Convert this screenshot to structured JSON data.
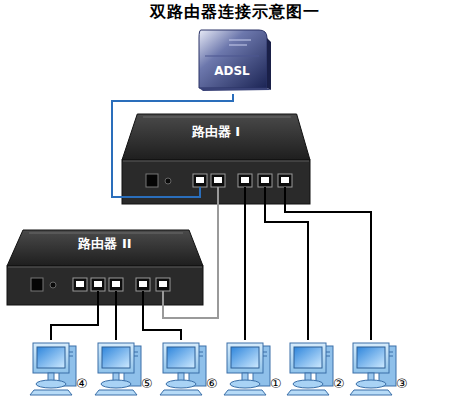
{
  "diagram": {
    "title": "双路由器连接示意图一",
    "nodes": [
      {
        "text": [
          "ADSL"
        ]
      },
      {
        "text": [
          "路由器 I"
        ]
      },
      {
        "text": [
          "路由器 II"
        ]
      },
      {
        "text": [
          "④"
        ]
      },
      {
        "text": [
          "⑤"
        ]
      },
      {
        "text": [
          "⑥"
        ]
      },
      {
        "text": [
          "①"
        ]
      },
      {
        "text": [
          "②"
        ]
      },
      {
        "text": [
          "③"
        ]
      }
    ],
    "edges": [
      {
        "from": 0,
        "to": 1,
        "arrow": "none"
      },
      {
        "from": 1,
        "to": 2,
        "arrow": "none"
      },
      {
        "from": 1,
        "to": 6,
        "arrow": "none"
      },
      {
        "from": 1,
        "to": 7,
        "arrow": "none"
      },
      {
        "from": 1,
        "to": 8,
        "arrow": "none"
      },
      {
        "from": 2,
        "to": 3,
        "arrow": "none"
      },
      {
        "from": 2,
        "to": 4,
        "arrow": "none"
      },
      {
        "from": 2,
        "to": 5,
        "arrow": "none"
      }
    ]
  }
}
